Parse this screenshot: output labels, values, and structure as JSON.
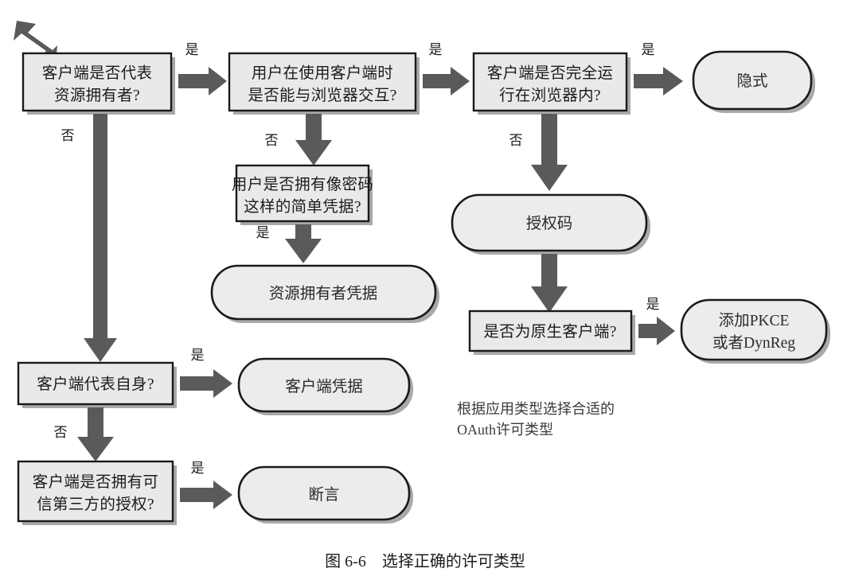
{
  "figure": {
    "caption": "图 6-6　选择正确的许可类型",
    "note_line1": "根据应用类型选择合适的",
    "note_line2": "OAuth许可类型"
  },
  "labels": {
    "yes": "是",
    "no": "否"
  },
  "colors": {
    "node_fill": "#e9e9e9",
    "node_stroke": "#1a1a1a",
    "arrow": "#5a5a5a",
    "shadow": "#9a9a9a",
    "background": "#ffffff",
    "text": "#1c1c1c"
  },
  "nodes": {
    "q1": {
      "line1": "客户端是否代表",
      "line2": "资源拥有者?"
    },
    "q2": {
      "line1": "用户在使用客户端时",
      "line2": "是否能与浏览器交互?"
    },
    "q3": {
      "line1": "客户端是否完全运",
      "line2": "行在浏览器内?"
    },
    "q4": {
      "line1": "用户是否拥有像密码",
      "line2": "这样的简单凭据?"
    },
    "q5": {
      "line1": "是否为原生客户端?"
    },
    "q6": {
      "line1": "客户端代表自身?"
    },
    "q7": {
      "line1": "客户端是否拥有可",
      "line2": "信第三方的授权?"
    },
    "r_implicit": {
      "line1": "隐式"
    },
    "r_authcode": {
      "line1": "授权码"
    },
    "r_pkce": {
      "line1": "添加PKCE",
      "line2": "或者DynReg"
    },
    "r_owner_cred": {
      "line1": "资源拥有者凭据"
    },
    "r_client_cred": {
      "line1": "客户端凭据"
    },
    "r_assertion": {
      "line1": "断言"
    }
  },
  "edges": [
    {
      "from": "q1",
      "to": "q2",
      "label": "是"
    },
    {
      "from": "q1",
      "to": "q6",
      "label": "否"
    },
    {
      "from": "q2",
      "to": "q3",
      "label": "是"
    },
    {
      "from": "q2",
      "to": "q4",
      "label": "否"
    },
    {
      "from": "q3",
      "to": "r_implicit",
      "label": "是"
    },
    {
      "from": "q3",
      "to": "r_authcode",
      "label": "否"
    },
    {
      "from": "q4",
      "to": "r_owner_cred",
      "label": "是"
    },
    {
      "from": "r_authcode",
      "to": "q5",
      "label": ""
    },
    {
      "from": "q5",
      "to": "r_pkce",
      "label": "是"
    },
    {
      "from": "q6",
      "to": "r_client_cred",
      "label": "是"
    },
    {
      "from": "q6",
      "to": "q7",
      "label": "否"
    },
    {
      "from": "q7",
      "to": "r_assertion",
      "label": "是"
    }
  ]
}
